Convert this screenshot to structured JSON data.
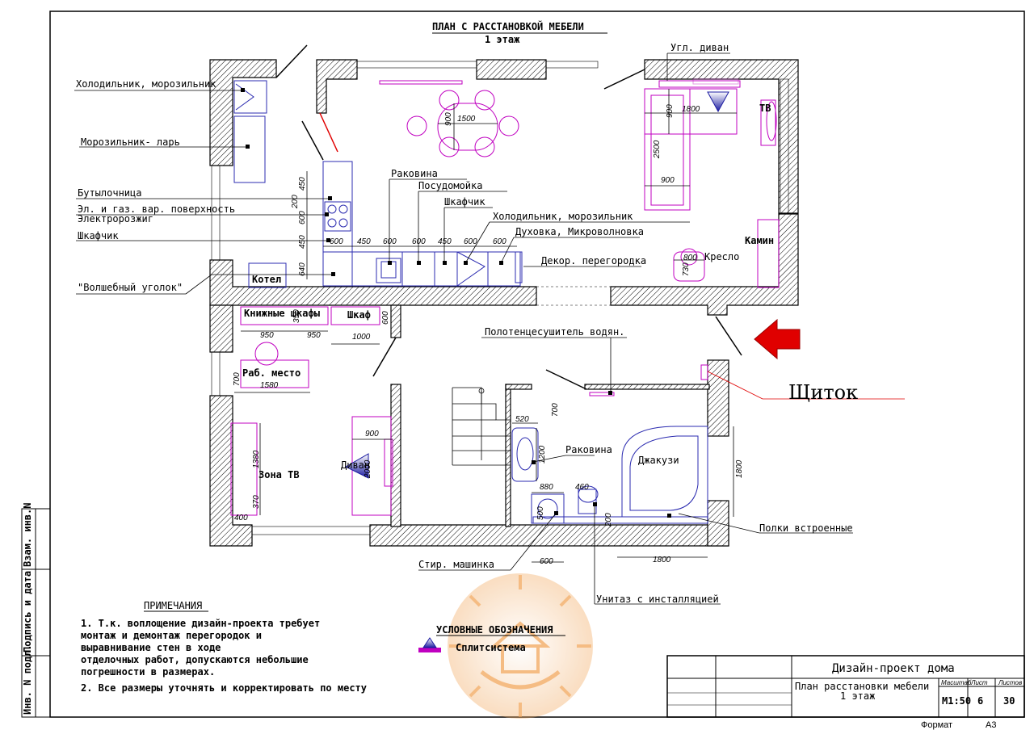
{
  "title": "ПЛАН С РАССТАНОВКОЙ МЕБЕЛИ",
  "subtitle": "1 этаж",
  "labels": {
    "fridge_left": "Холодильник, морозильник",
    "freezer_chest": "Морозильник- ларь",
    "bottle_rack": "Бутылочница",
    "hob": "Эл. и газ. вар. поверхность",
    "ignition": "Электророзжиг",
    "cabinet_left": "Шкафчик",
    "magic_corner": "\"Волшебный уголок\"",
    "boiler": "Котел",
    "sink": "Раковина",
    "dishwasher": "Посудомойка",
    "cabinet": "Шкафчик",
    "fridge_mid": "Холодильник, морозильник",
    "oven": "Духовка, Микроволновка",
    "partition": "Декор. перегородка",
    "corner_sofa": "Угл. диван",
    "tv_top": "ТВ",
    "fireplace": "Камин",
    "armchair": "Кресло",
    "bookcases": "Книжные шкафы",
    "wardrobe": "Шкаф",
    "workplace": "Раб. место",
    "tv_zone": "Зона ТВ",
    "sofa": "Диван",
    "towel_dryer": "Полотенцесушитель водян.",
    "bath_sink": "Раковина",
    "jacuzzi": "Джакузи",
    "shelves": "Полки встроенные",
    "washing_machine": "Стир. машинка",
    "toilet": "Унитаз с инсталляцией",
    "panel": "Щиток"
  },
  "dims": {
    "d450a": "450",
    "d200": "200",
    "d600a": "600",
    "d450b": "450",
    "d640": "640",
    "k600a": "600",
    "k450a": "450",
    "k600b": "600",
    "k600c": "600",
    "k450b": "450",
    "k600d": "600",
    "k600e": "600",
    "t900": "900",
    "t1500": "1500",
    "s900a": "900",
    "s1800": "1800",
    "s2500": "2500",
    "s900b": "900",
    "a800": "800",
    "a730": "730",
    "b350": "350",
    "b950a": "950",
    "b950b": "950",
    "b1000": "1000",
    "b600": "600",
    "w700": "700",
    "w1580": "1580",
    "z1380": "1380",
    "z370": "370",
    "z400": "400",
    "sf900": "900",
    "sf2000": "2000",
    "bt700": "700",
    "bt520": "520",
    "bt1200": "1200",
    "bt880": "880",
    "bt460": "460",
    "bt500": "500",
    "bt200": "200",
    "bt1800v": "1800",
    "bt1800h": "1800",
    "bt600": "600"
  },
  "notes": {
    "heading": "ПРИМЕЧАНИЯ",
    "lines": [
      "1. Т.к.  воплощение дизайн-проекта требует",
      "монтаж и демонтаж перегородок и",
      "выравнивание стен в ходе",
      "отделочных работ, допускаются небольшие",
      "погрешности в размерах.",
      "2. Все размеры уточнять и корректировать по месту"
    ]
  },
  "legend": {
    "heading": "УСЛОВНЫЕ ОБОЗНАЧЕНИЯ",
    "item": "Сплитсистема"
  },
  "side_stamp": [
    "Инв. N подл.",
    "Подпись и дата",
    "Взам. инв.N"
  ],
  "title_block": {
    "project": "Дизайн-проект дома",
    "sheet_title_1": "План расстановки мебели",
    "sheet_title_2": "1 этаж",
    "scale_header": "Масштаб",
    "sheet_header": "Лист",
    "sheets_header": "Листов",
    "scale": "М1:50",
    "sheet": "6",
    "sheets": "30"
  },
  "format_label": "Формат",
  "format_value": "А3",
  "colors": {
    "furniture_blue": "#2b2bb0",
    "furniture_magenta": "#c000c0",
    "arrow_red": "#e00000",
    "logo_orange": "#f2a65a"
  }
}
